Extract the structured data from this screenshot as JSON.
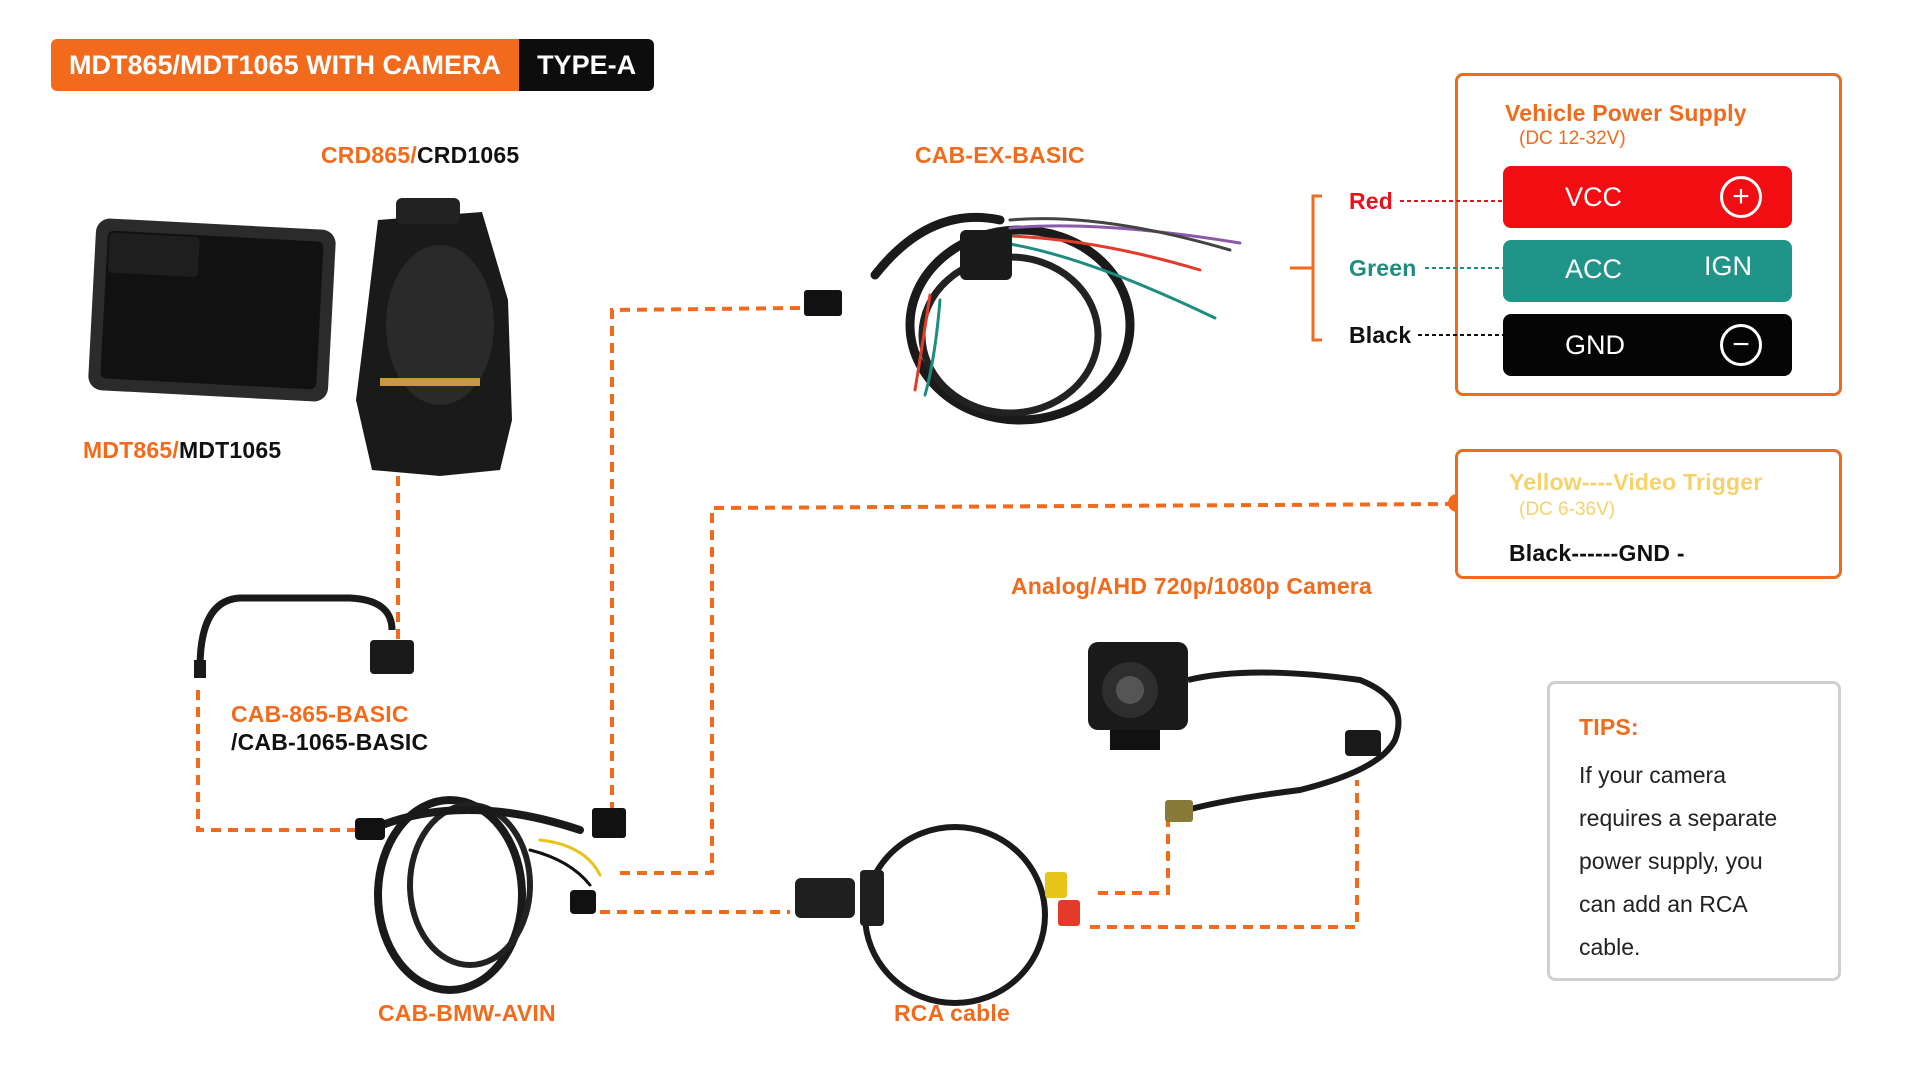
{
  "header": {
    "title": "MDT865/MDT1065 WITH CAMERA",
    "type_badge": "TYPE-A"
  },
  "devices": {
    "cradle": {
      "orange_part": "CRD865/",
      "black_part": "CRD1065"
    },
    "tablet": {
      "orange_part": "MDT865/",
      "black_part": "MDT1065"
    },
    "cab_ex": {
      "label": "CAB-EX-BASIC"
    },
    "cab_865": {
      "line1": "CAB-865-BASIC",
      "line2": "/CAB-1065-BASIC"
    },
    "cab_bmw": {
      "label": "CAB-BMW-AVIN"
    },
    "rca": {
      "label": "RCA cable"
    },
    "camera": {
      "label": "Analog/AHD 720p/1080p Camera"
    }
  },
  "power_supply": {
    "title": "Vehicle Power Supply",
    "subtitle": "(DC 12-32V)",
    "rows": [
      {
        "wire": "Red",
        "signal": "VCC",
        "right": "+",
        "bg": "#f20d12",
        "wire_color": "#e3141b"
      },
      {
        "wire": "Green",
        "signal": "ACC",
        "right": "IGN",
        "bg": "#21948a",
        "wire_color": "#1f8c7f"
      },
      {
        "wire": "Black",
        "signal": "GND",
        "right": "−",
        "bg": "#050505",
        "wire_color": "#111111"
      }
    ]
  },
  "video_trigger": {
    "title": "Yellow----Video Trigger",
    "subtitle": "(DC 6-36V)",
    "gnd": "Black------GND -"
  },
  "tips": {
    "title": "TIPS:",
    "lines": [
      "If your camera",
      "requires a separate",
      "power supply, you",
      "can add an RCA",
      "cable."
    ]
  },
  "colors": {
    "accent": "#f26a1b",
    "yellow": "#f5d26a",
    "dark": "#0d0d0d"
  }
}
